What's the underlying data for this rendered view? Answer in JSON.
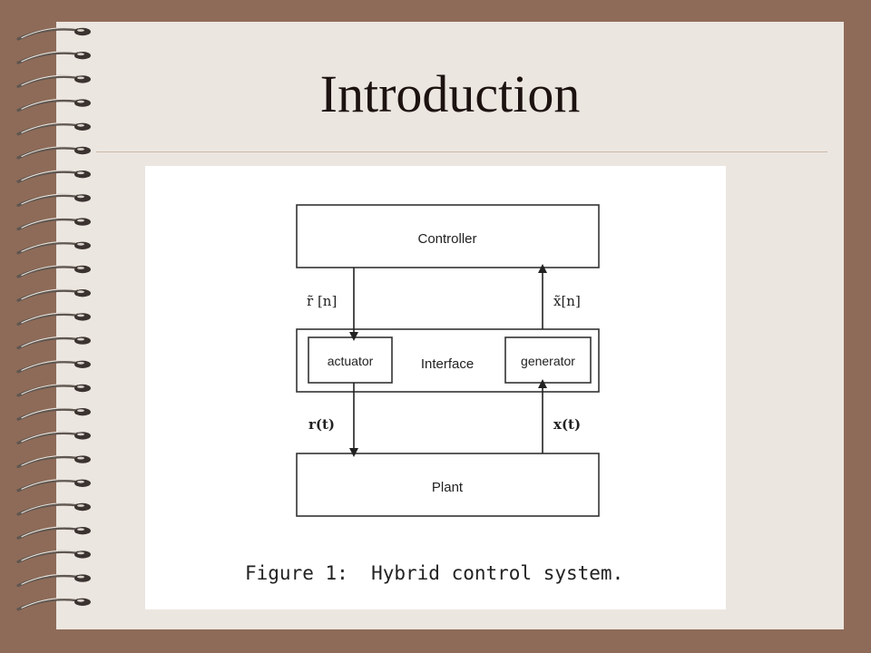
{
  "slide": {
    "title": "Introduction"
  },
  "diagram": {
    "nodes": {
      "controller": "Controller",
      "interface": "Interface",
      "actuator": "actuator",
      "generator": "generator",
      "plant": "Plant"
    },
    "edges": {
      "r_tilde": "r̃ [n]",
      "x_tilde": "x̃[n]",
      "r_t": "r(t)",
      "x_t": "x(t)"
    },
    "caption": "Figure 1:  Hybrid control system."
  }
}
